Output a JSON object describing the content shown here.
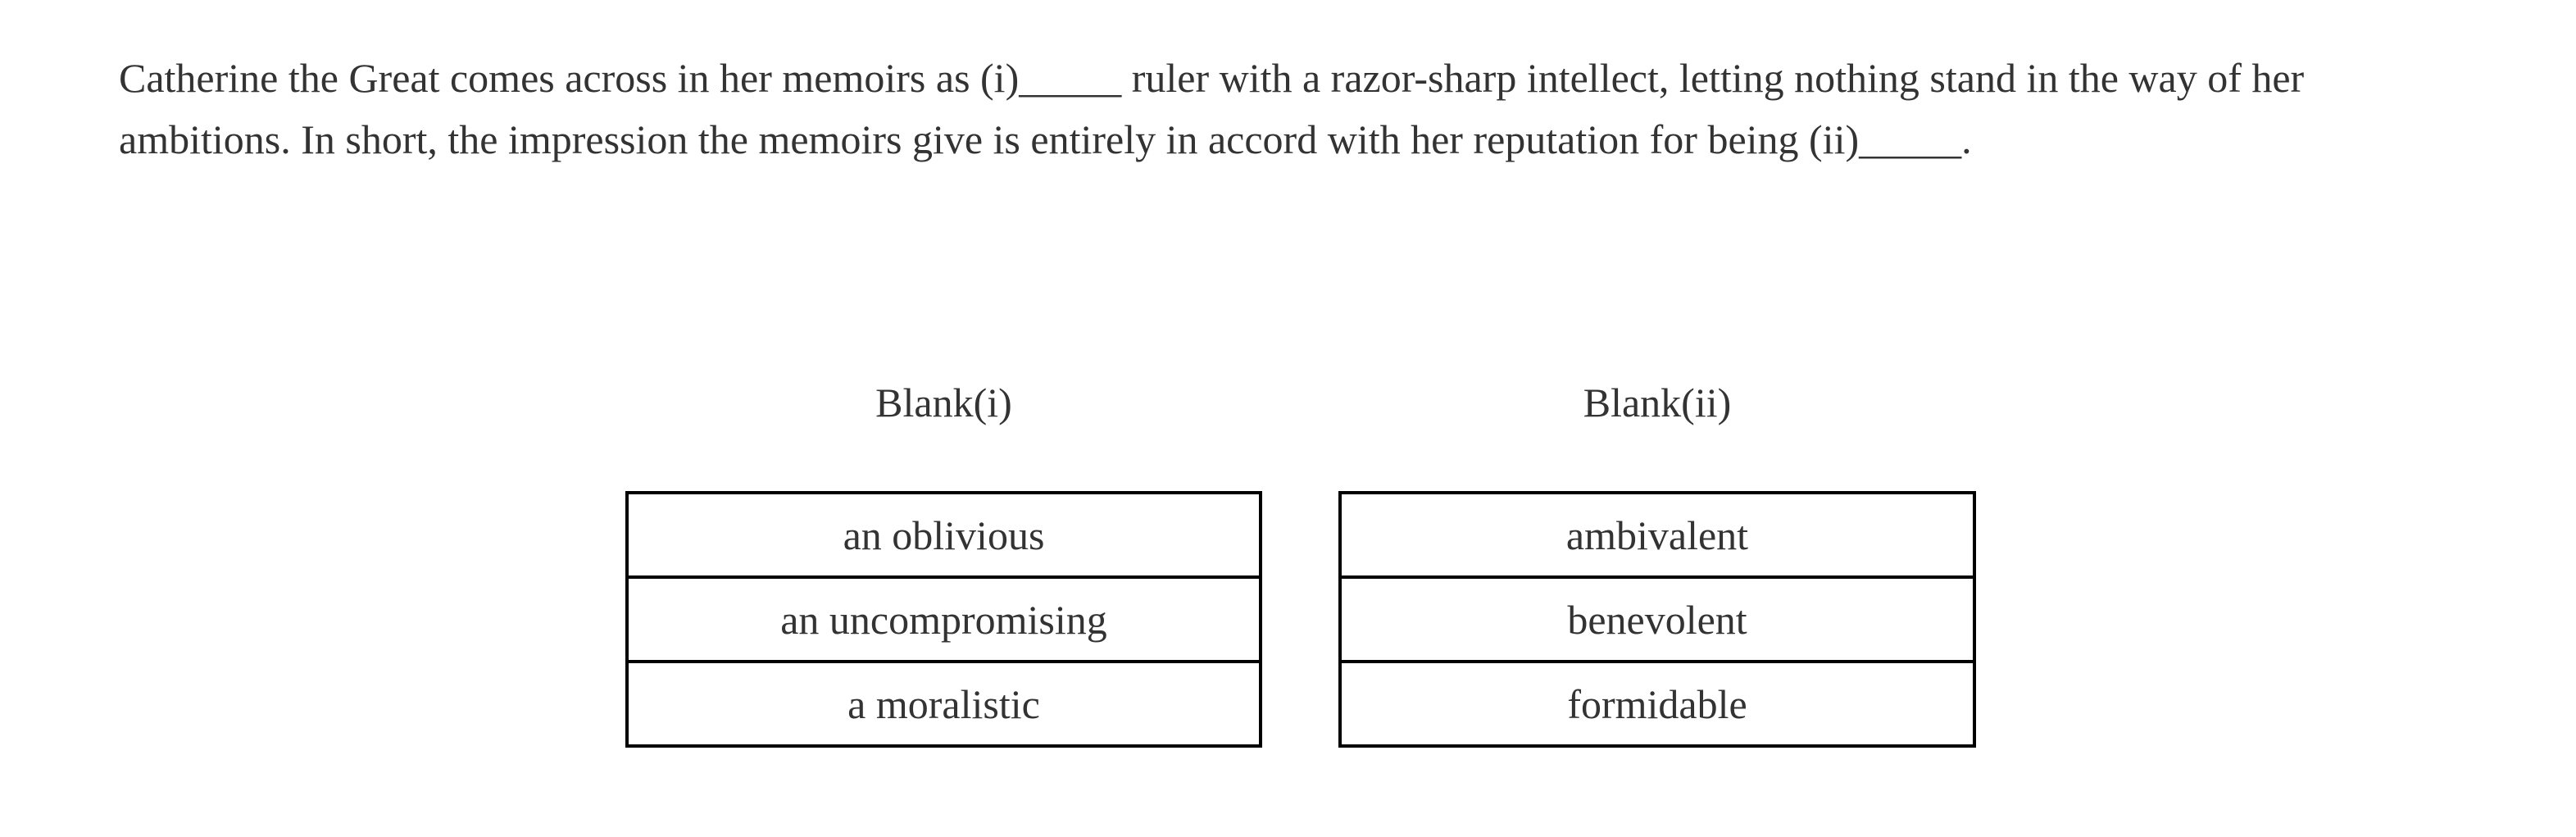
{
  "question": {
    "passage_lines": [
      "Catherine the Great comes across in her memoirs as (i)_____ ruler with a razor-sharp intellect, letting nothing stand in the way of her",
      "ambitions. In short, the impression the memoirs give is entirely in accord with her reputation for being (ii)_____."
    ]
  },
  "blanks": [
    {
      "label": "Blank(i)",
      "options": [
        "an oblivious",
        "an uncompromising",
        "a moralistic"
      ]
    },
    {
      "label": "Blank(ii)",
      "options": [
        "ambivalent",
        "benevolent",
        "formidable"
      ]
    }
  ],
  "colors": {
    "background": "#ffffff",
    "text": "#333333",
    "table_border": "#000000"
  }
}
